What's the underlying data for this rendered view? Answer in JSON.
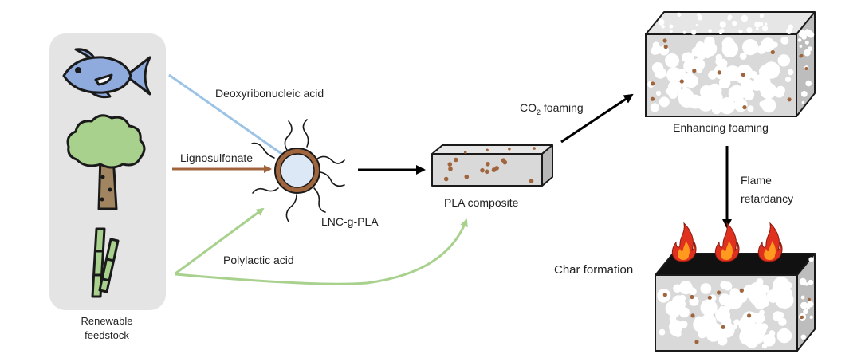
{
  "labels": {
    "feedstock_line1": "Renewable",
    "feedstock_line2": "feedstock",
    "dna": "Deoxyribonucleic acid",
    "lignosulfonate": "Lignosulfonate",
    "pla_acid": "Polylactic acid",
    "lnc": "LNC-g-PLA",
    "pla_composite": "PLA composite",
    "co2_main": "CO",
    "co2_sub": "2",
    "co2_rest": " foaming",
    "enhancing": "Enhancing foaming",
    "flame_line1": "Flame",
    "flame_line2": "retardancy",
    "char": "Char formation"
  },
  "colors": {
    "panel": "#e4e4e4",
    "dna_arrow": "#9dc3e6",
    "ligno_arrow": "#a0653c",
    "pla_arrow": "#a9d18e",
    "block_face": "#d9d9d9",
    "pore": "#ffffff",
    "particle": "#a0653c",
    "char_top": "#111111",
    "flame_outer": "#e0301e",
    "flame_inner": "#ff9a1f"
  },
  "icons": [
    "fish-icon",
    "tree-icon",
    "sugarcane-icon",
    "flame-icon"
  ]
}
